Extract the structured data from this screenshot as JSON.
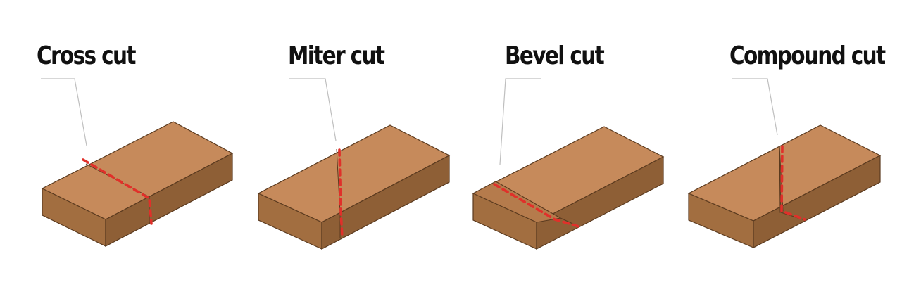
{
  "diagrams": [
    {
      "label": "Cross cut"
    },
    {
      "label": "Miter cut"
    },
    {
      "label": "Bevel cut"
    },
    {
      "label": "Compound cut"
    }
  ],
  "colors": {
    "wood_top": "#c68a5b",
    "wood_front": "#a26e40",
    "wood_side": "#8e5f36",
    "outline": "#5a3a1f",
    "cut_line": "#e0302a",
    "leader_line": "#bfbfbf",
    "label_text": "#111111"
  }
}
